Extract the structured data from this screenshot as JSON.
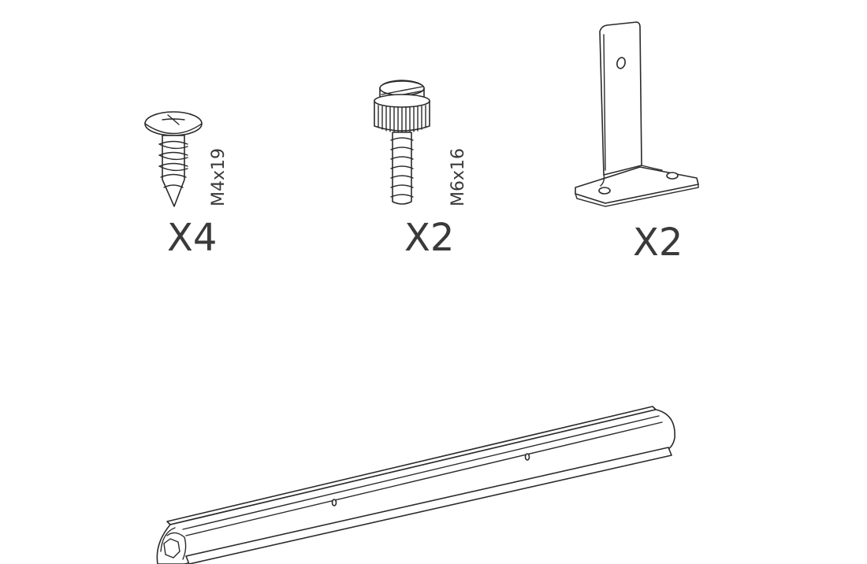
{
  "parts": [
    {
      "id": "screw",
      "icon": "pan-head-screw-icon",
      "spec": "M4x19",
      "quantity": "X4"
    },
    {
      "id": "thumb-screw",
      "icon": "knurled-thumb-screw-icon",
      "spec": "M6x16",
      "quantity": "X2"
    },
    {
      "id": "bracket",
      "icon": "l-bracket-icon",
      "spec": "",
      "quantity": "X2"
    },
    {
      "id": "rail",
      "icon": "rail-profile-icon",
      "spec": "",
      "quantity": ""
    }
  ]
}
